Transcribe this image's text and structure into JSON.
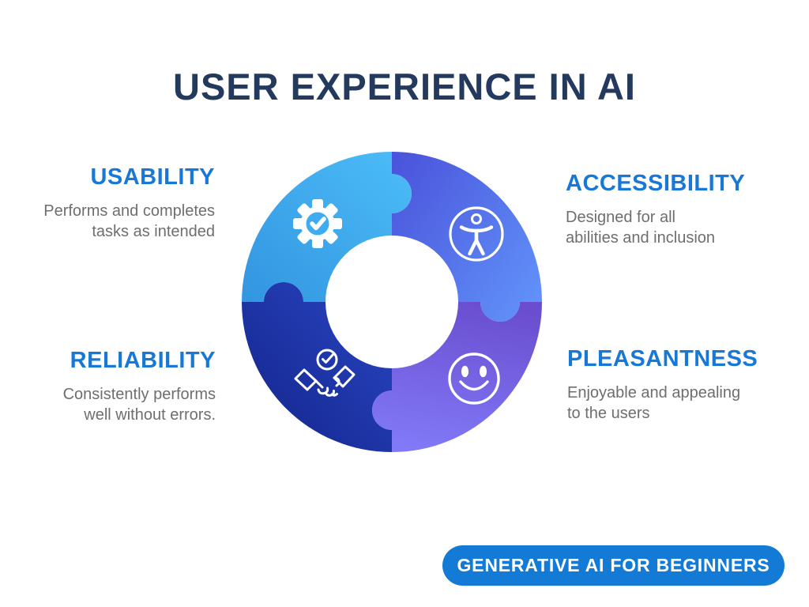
{
  "title": "USER EXPERIENCE IN AI",
  "sections": {
    "usability": {
      "label": "USABILITY",
      "desc_line1": "Performs and completes",
      "desc_line2": "tasks as intended",
      "icon": "gear-check-icon"
    },
    "accessibility": {
      "label": "ACCESSIBILITY",
      "desc_line1": "Designed for all",
      "desc_line2": "abilities and inclusion",
      "icon": "accessibility-person-icon"
    },
    "reliability": {
      "label": "RELIABILITY",
      "desc_line1": "Consistently performs",
      "desc_line2": "well without errors.",
      "icon": "handshake-check-icon"
    },
    "pleasantness": {
      "label": "PLEASANTNESS",
      "desc_line1": "Enjoyable and appealing",
      "desc_line2": "to the users",
      "icon": "smiley-face-icon"
    }
  },
  "badge": {
    "label": "GENERATIVE AI FOR BEGINNERS"
  },
  "colors": {
    "title_navy": "#24395e",
    "accent_blue": "#1878d6",
    "desc_gray": "#6e6e70",
    "badge_blue": "#137ad6",
    "piece_usability_1": "#4cbdf8",
    "piece_usability_2": "#3295e0",
    "piece_accessibility_1": "#4a52da",
    "piece_accessibility_2": "#6090f8",
    "piece_reliability_1": "#2946c4",
    "piece_reliability_2": "#132489",
    "piece_pleasantness_1": "#6a4ecf",
    "piece_pleasantness_2": "#8179f7",
    "gear_disc": "#3fabf1",
    "icon_white": "#ffffff"
  }
}
